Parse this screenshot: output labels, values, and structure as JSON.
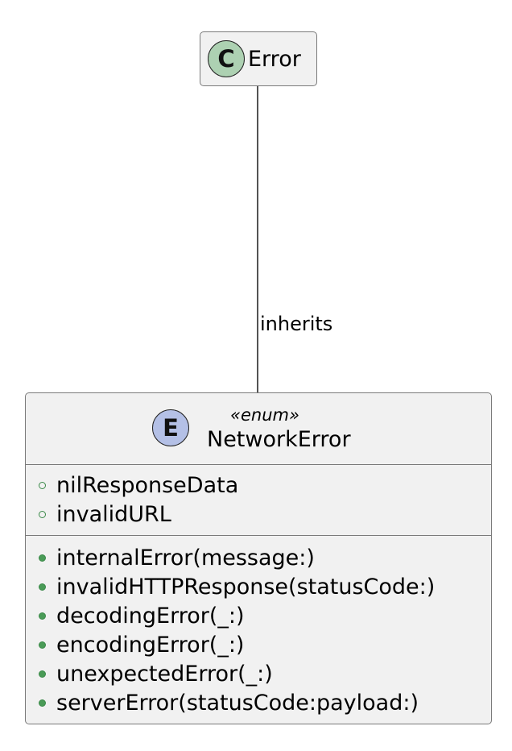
{
  "base_class": {
    "stereotype_letter": "C",
    "name": "Error"
  },
  "relation": {
    "label": "inherits"
  },
  "enum": {
    "stereotype_letter": "E",
    "stereotype": "«enum»",
    "name": "NetworkError",
    "fields": [
      "nilResponseData",
      "invalidURL"
    ],
    "methods": [
      "internalError(message:)",
      "invalidHTTPResponse(statusCode:)",
      "decodingError(_:)",
      "encodingError(_:)",
      "unexpectedError(_:)",
      "serverError(statusCode:payload:)"
    ]
  },
  "colors": {
    "box_fill": "#f1f1f1",
    "box_border": "#7a7a7a",
    "class_circle": "#add1b2",
    "enum_circle": "#b4c0e6",
    "visibility_green": "#4a9b57"
  }
}
